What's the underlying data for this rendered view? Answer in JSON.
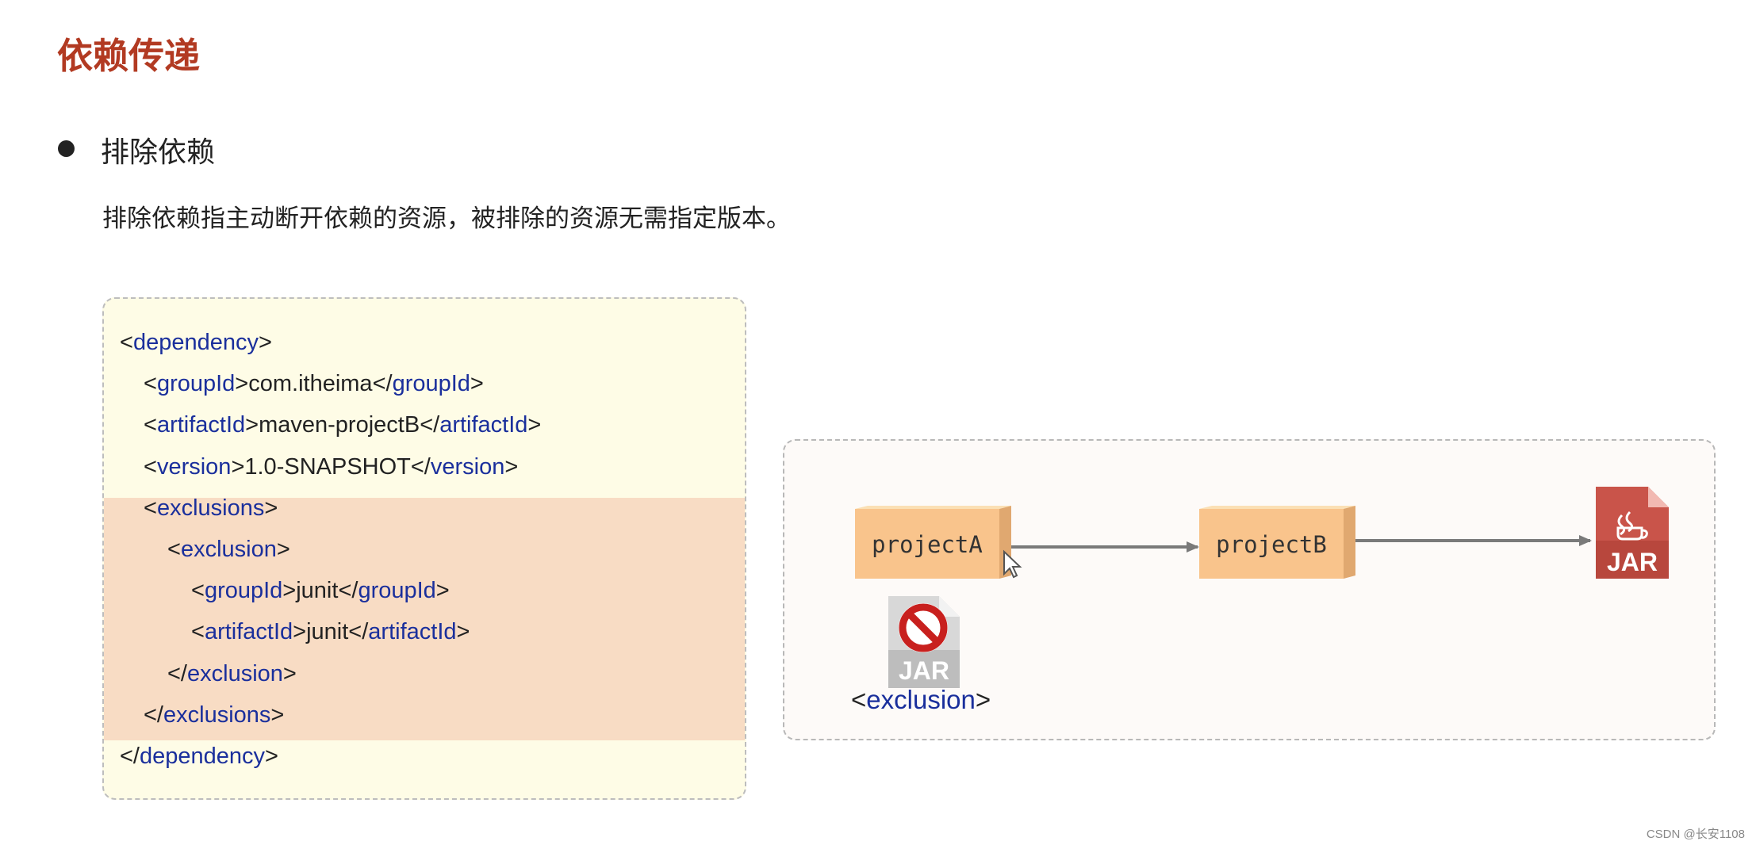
{
  "heading": "依赖传递",
  "section": {
    "bullet_title": "排除依赖",
    "description": "排除依赖指主动断开依赖的资源，被排除的资源无需指定版本。"
  },
  "code": {
    "lines": [
      {
        "indent": 0,
        "open": "dependency",
        "text": "",
        "close": ""
      },
      {
        "indent": 1,
        "open": "groupId",
        "text": "com.itheima",
        "close": "groupId"
      },
      {
        "indent": 1,
        "open": "artifactId",
        "text": "maven-projectB",
        "close": "artifactId"
      },
      {
        "indent": 1,
        "open": "version",
        "text": "1.0-SNAPSHOT",
        "close": "version"
      },
      {
        "indent": 1,
        "open": "exclusions",
        "text": "",
        "close": ""
      },
      {
        "indent": 2,
        "open": "exclusion",
        "text": "",
        "close": ""
      },
      {
        "indent": 3,
        "open": "groupId",
        "text": "junit",
        "close": "groupId"
      },
      {
        "indent": 3,
        "open": "artifactId",
        "text": "junit",
        "close": "artifactId"
      },
      {
        "indent": 2,
        "open": "",
        "text": "",
        "close": "exclusion"
      },
      {
        "indent": 1,
        "open": "",
        "text": "",
        "close": "exclusions"
      },
      {
        "indent": 0,
        "open": "",
        "text": "",
        "close": "dependency"
      }
    ]
  },
  "diagram": {
    "project_a": "projectA",
    "project_b": "projectB",
    "jar_label": "JAR",
    "excluded_jar_label": "JAR",
    "exclusion_label": "<exclusion>"
  },
  "colors": {
    "heading": "#b23a22",
    "tag": "#1a2f9c",
    "code_bg": "#fefce6",
    "highlight_bg": "#f8dcc4",
    "box_front": "#f9c48c",
    "jar": "#c9544a",
    "no_sign": "#c8201e"
  },
  "icons": [
    "java-jar-icon",
    "excluded-jar-icon",
    "cursor-icon",
    "bullet-icon"
  ],
  "watermark": "CSDN @长安1108"
}
